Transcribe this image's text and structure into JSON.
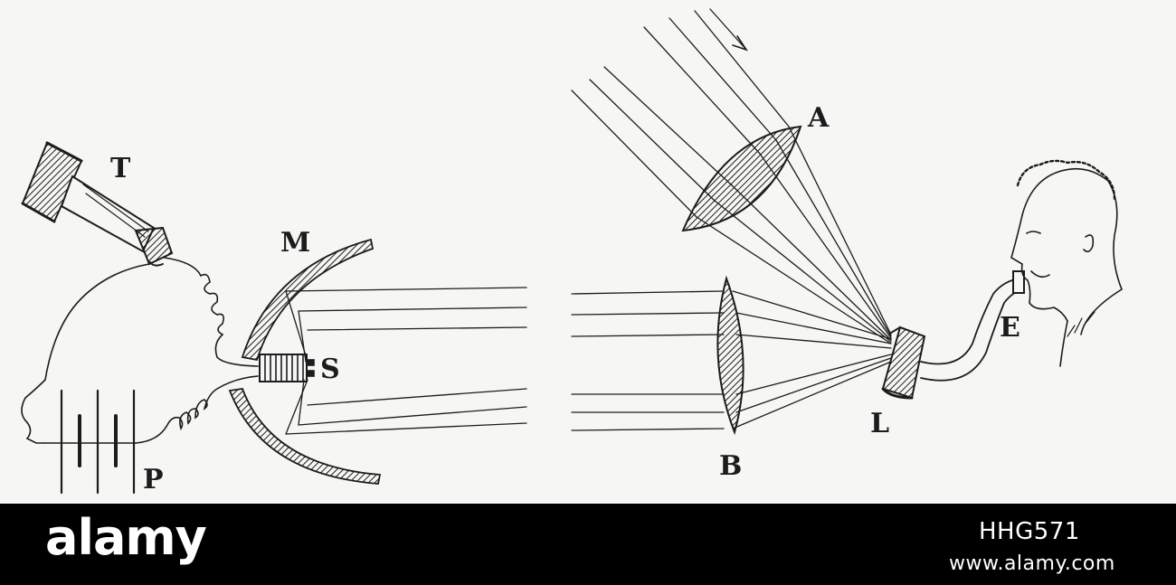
{
  "diagram": {
    "labels": {
      "T": "T",
      "M": "M",
      "S": "S",
      "P": "P",
      "A": "A",
      "B": "B",
      "L": "L",
      "E": "E"
    }
  },
  "watermark": {
    "brand": "alamy",
    "image_id": "HHG571",
    "site": "www.alamy.com"
  },
  "colors": {
    "ink": "#1c1c1c",
    "paper": "#f6f6f4",
    "footer_bg": "#000000",
    "footer_text": "#ffffff"
  }
}
